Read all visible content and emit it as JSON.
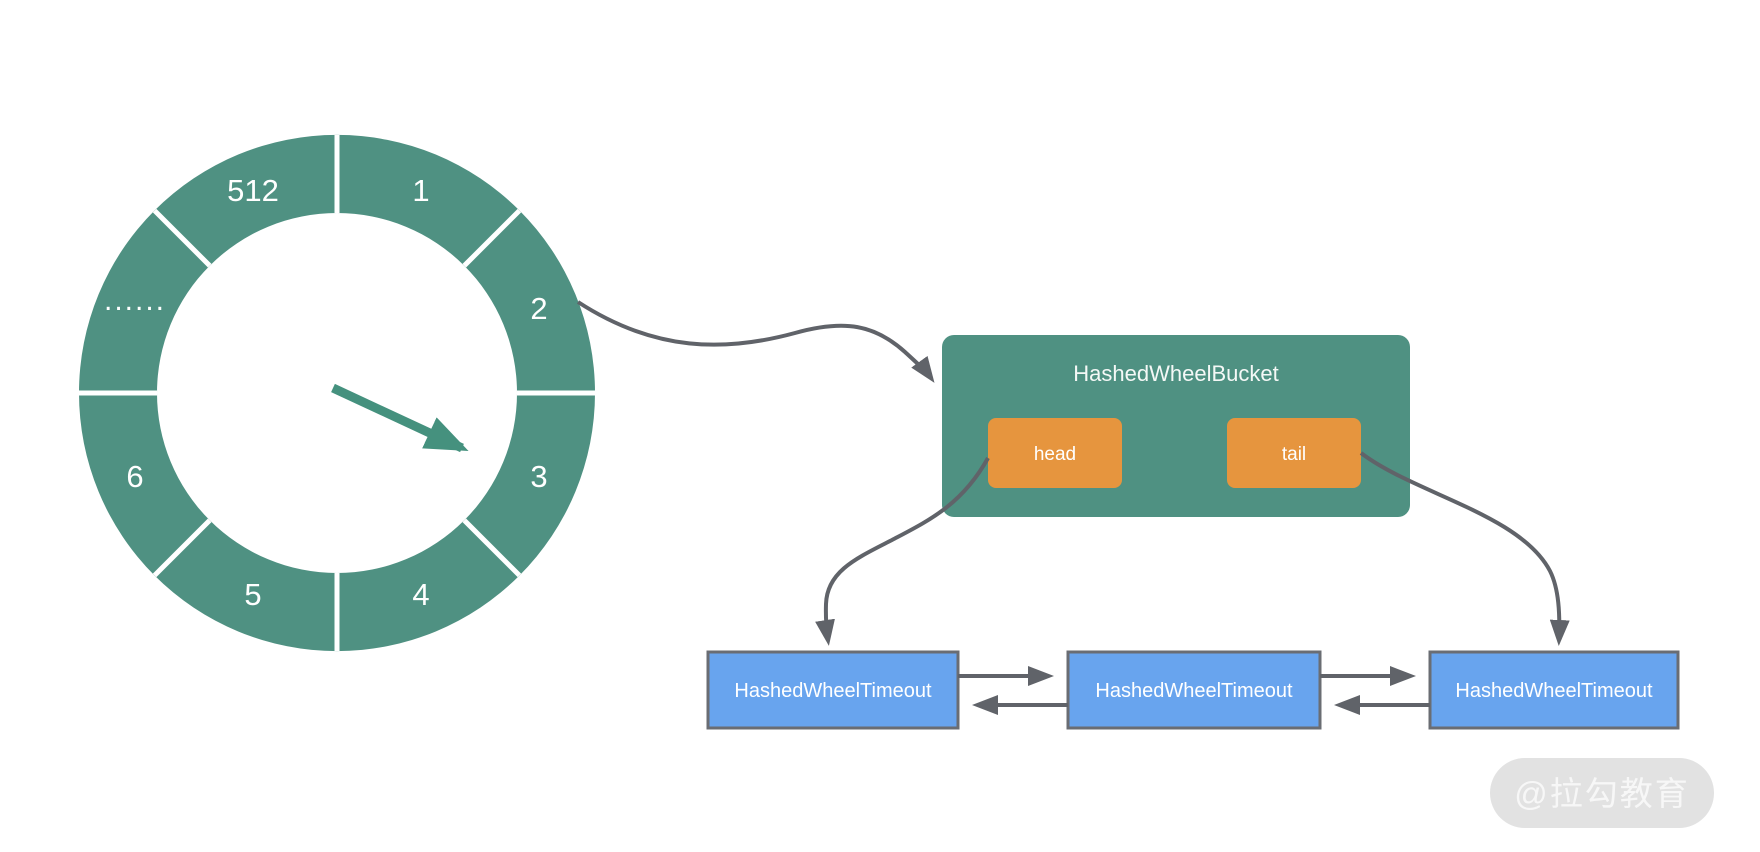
{
  "wheel": {
    "segments": {
      "s1": "1",
      "s2": "2",
      "s3": "3",
      "s4": "4",
      "s5": "5",
      "s6": "6",
      "s7": "......",
      "s8": "512"
    }
  },
  "bucket": {
    "title": "HashedWheelBucket",
    "head_label": "head",
    "tail_label": "tail"
  },
  "timeouts": {
    "node1": "HashedWheelTimeout",
    "node2": "HashedWheelTimeout",
    "node3": "HashedWheelTimeout"
  },
  "watermark": {
    "text": "@拉勾教育"
  },
  "colors": {
    "wheel_ring": "#4F9182",
    "pointer": "#45917E",
    "bucket_bg": "#4F9182",
    "head_tail_node": "#E6953E",
    "timeout_fill": "#68A4EE",
    "timeout_border": "#6A6D73",
    "arrow": "#606369",
    "divider": "#FFFFFF",
    "watermark_bg": "#E2E2E2",
    "watermark_text": "#F7F7F7"
  }
}
